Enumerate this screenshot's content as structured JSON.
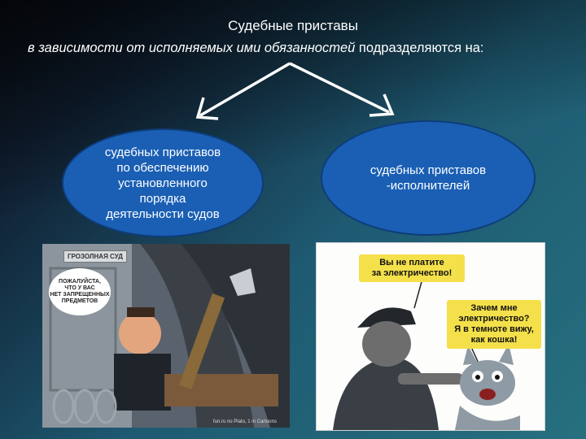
{
  "title": "Судебные приставы",
  "subtitle": {
    "italic": "в зависимости от исполняемых ими обязанностей",
    "rest": " подразделяются на:"
  },
  "left_oval": "судебных приставов\nпо обеспечению\nустановленного\nпорядка\nдеятельности судов",
  "right_oval": "судебных приставов\n-исполнителей",
  "left_cartoon": {
    "sign": "ГРОЗОЛНАЯ СУД",
    "bubble": "ПОЖАЛУЙСТА,\nЧТО У ВАС\nНЕТ ЗАПРЕЩЕННЫХ\nПРЕДМЕТОВ",
    "credit": "fun.ru по Plato, 1 in Cartoons"
  },
  "right_cartoon": {
    "caption1": "Вы не платите\nза электричество!",
    "caption2": "Зачем мне\nэлектричество?\nЯ в темноте вижу,\nкак кошка!"
  },
  "colors": {
    "oval_fill": "#1a5fb4",
    "arrow": "#ffffff",
    "caption_bg": "#f4e04a"
  }
}
